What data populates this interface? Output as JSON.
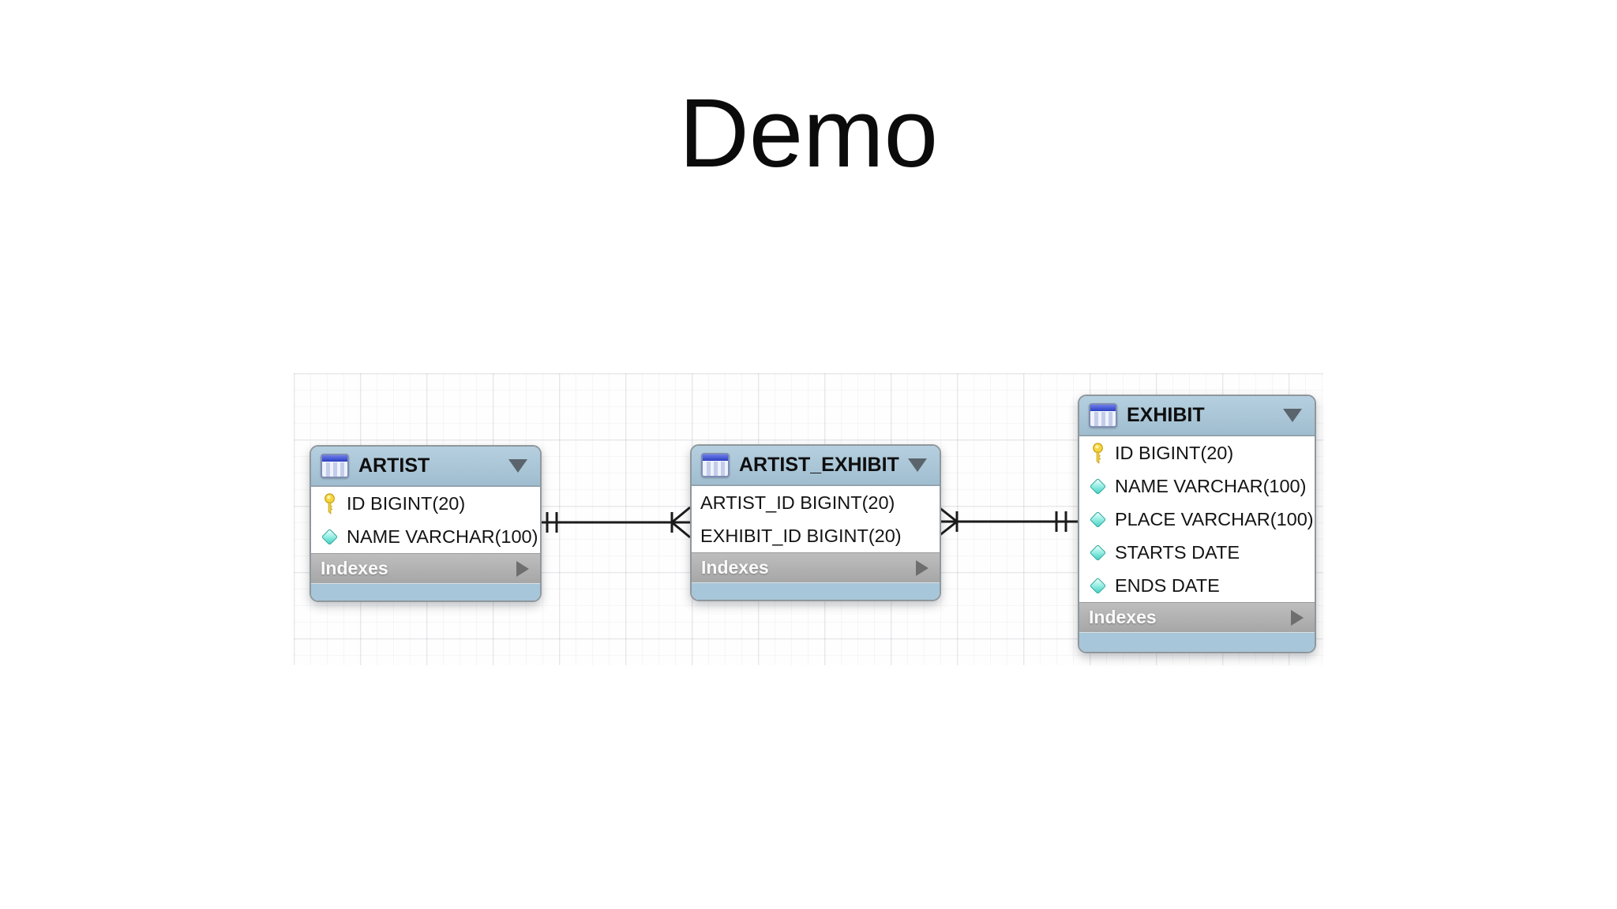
{
  "page": {
    "title": "Demo"
  },
  "diagram": {
    "tables": [
      {
        "name": "ARTIST",
        "header_icon": "table-icon",
        "collapse_icon": "triangle-down",
        "columns": [
          {
            "icon": "key",
            "label": "ID BIGINT(20)"
          },
          {
            "icon": "diamond",
            "label": "NAME VARCHAR(100)"
          }
        ],
        "indexes_label": "Indexes"
      },
      {
        "name": "ARTIST_EXHIBIT",
        "header_icon": "table-icon",
        "collapse_icon": "triangle-down",
        "columns": [
          {
            "icon": "none",
            "label": "ARTIST_ID BIGINT(20)"
          },
          {
            "icon": "none",
            "label": "EXHIBIT_ID BIGINT(20)"
          }
        ],
        "indexes_label": "Indexes"
      },
      {
        "name": "EXHIBIT",
        "header_icon": "table-icon",
        "collapse_icon": "triangle-down",
        "columns": [
          {
            "icon": "key",
            "label": "ID BIGINT(20)"
          },
          {
            "icon": "diamond",
            "label": "NAME VARCHAR(100)"
          },
          {
            "icon": "diamond",
            "label": "PLACE VARCHAR(100)"
          },
          {
            "icon": "diamond",
            "label": "STARTS DATE"
          },
          {
            "icon": "diamond",
            "label": "ENDS DATE"
          }
        ],
        "indexes_label": "Indexes"
      }
    ],
    "relationships": [
      {
        "from": "ARTIST",
        "to": "ARTIST_EXHIBIT",
        "cardinality": "one-to-many",
        "from_end": "one-mandatory (||)",
        "to_end": "many (crow's foot)"
      },
      {
        "from": "EXHIBIT",
        "to": "ARTIST_EXHIBIT",
        "cardinality": "one-to-many",
        "from_end": "one-mandatory (||)",
        "to_end": "many (crow's foot)"
      }
    ],
    "colors": {
      "table_header": "#a7c6d9",
      "indexes_bar": "#b3b3b3",
      "body_bg": "#ffffff",
      "relationship_line": "#1b1b1b",
      "key_icon": "#f4d63e",
      "attribute_icon": "#43cfc1"
    }
  }
}
